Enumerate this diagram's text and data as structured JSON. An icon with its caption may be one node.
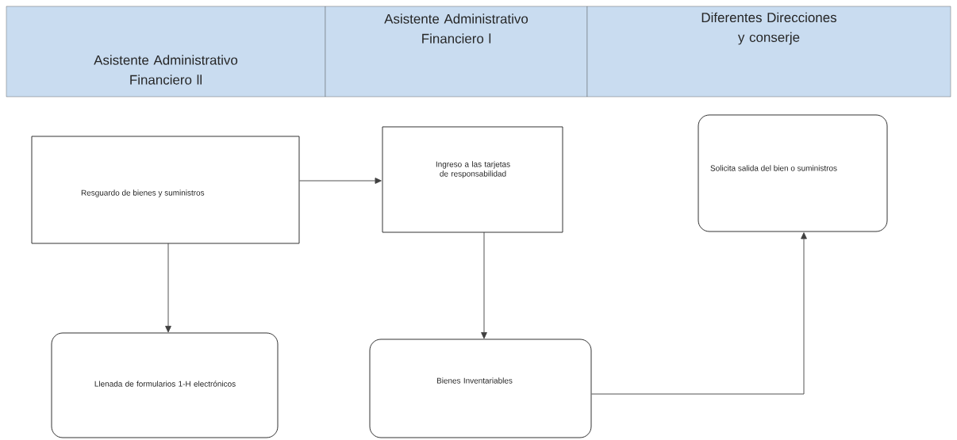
{
  "diagram": {
    "nodes": [
      {
        "text": [
          "Asistente Administrativo Financiero ll"
        ]
      },
      {
        "text": [
          "Asistente Administrativo Financiero l"
        ]
      },
      {
        "text": [
          "Diferentes Direcciones y conserje"
        ]
      },
      {
        "text": [
          "Resguardo de bienes y suministros"
        ]
      },
      {
        "text": [
          "Ingreso a las tarjetas de responsabilidad"
        ]
      },
      {
        "text": [
          "Solicita salida del bien o suministros"
        ]
      },
      {
        "text": [
          "Llenada de formularios 1-H electrónicos"
        ]
      },
      {
        "text": [
          "Bienes Inventariables"
        ]
      }
    ],
    "edges": [
      {
        "from": 3,
        "to": 4,
        "arrow": "to"
      },
      {
        "from": 3,
        "to": 6,
        "arrow": "to"
      },
      {
        "from": 4,
        "to": 7,
        "arrow": "to"
      },
      {
        "from": 7,
        "to": 5,
        "arrow": "to"
      }
    ]
  }
}
